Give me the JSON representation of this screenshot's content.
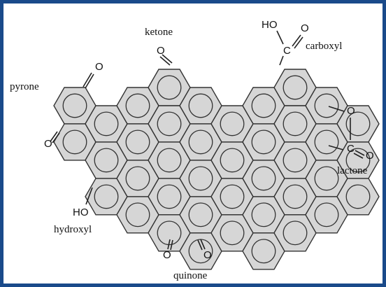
{
  "figure": {
    "labels": {
      "ketone": "ketone",
      "carboxyl": "carboxyl",
      "pyrone": "pyrone",
      "lactone": "lactone",
      "hydroxyl": "hydroxyl",
      "quinone": "quinone"
    },
    "atoms": {
      "ho_carboxyl": "HO",
      "c_carboxyl": "C",
      "o_carboxyl": "O",
      "o_ketone": "O",
      "o_pyrone_top": "O",
      "o_pyrone_bottom": "O",
      "o_lactone_ring": "O",
      "c_lactone": "C",
      "o_lactone": "O",
      "ho_hydroxyl": "HO",
      "o_quinone_left": "O",
      "o_quinone_right": "O"
    },
    "colors": {
      "frame": "#1a4a8a",
      "hexagon_fill": "#d6d6d6",
      "stroke": "#333333"
    }
  }
}
